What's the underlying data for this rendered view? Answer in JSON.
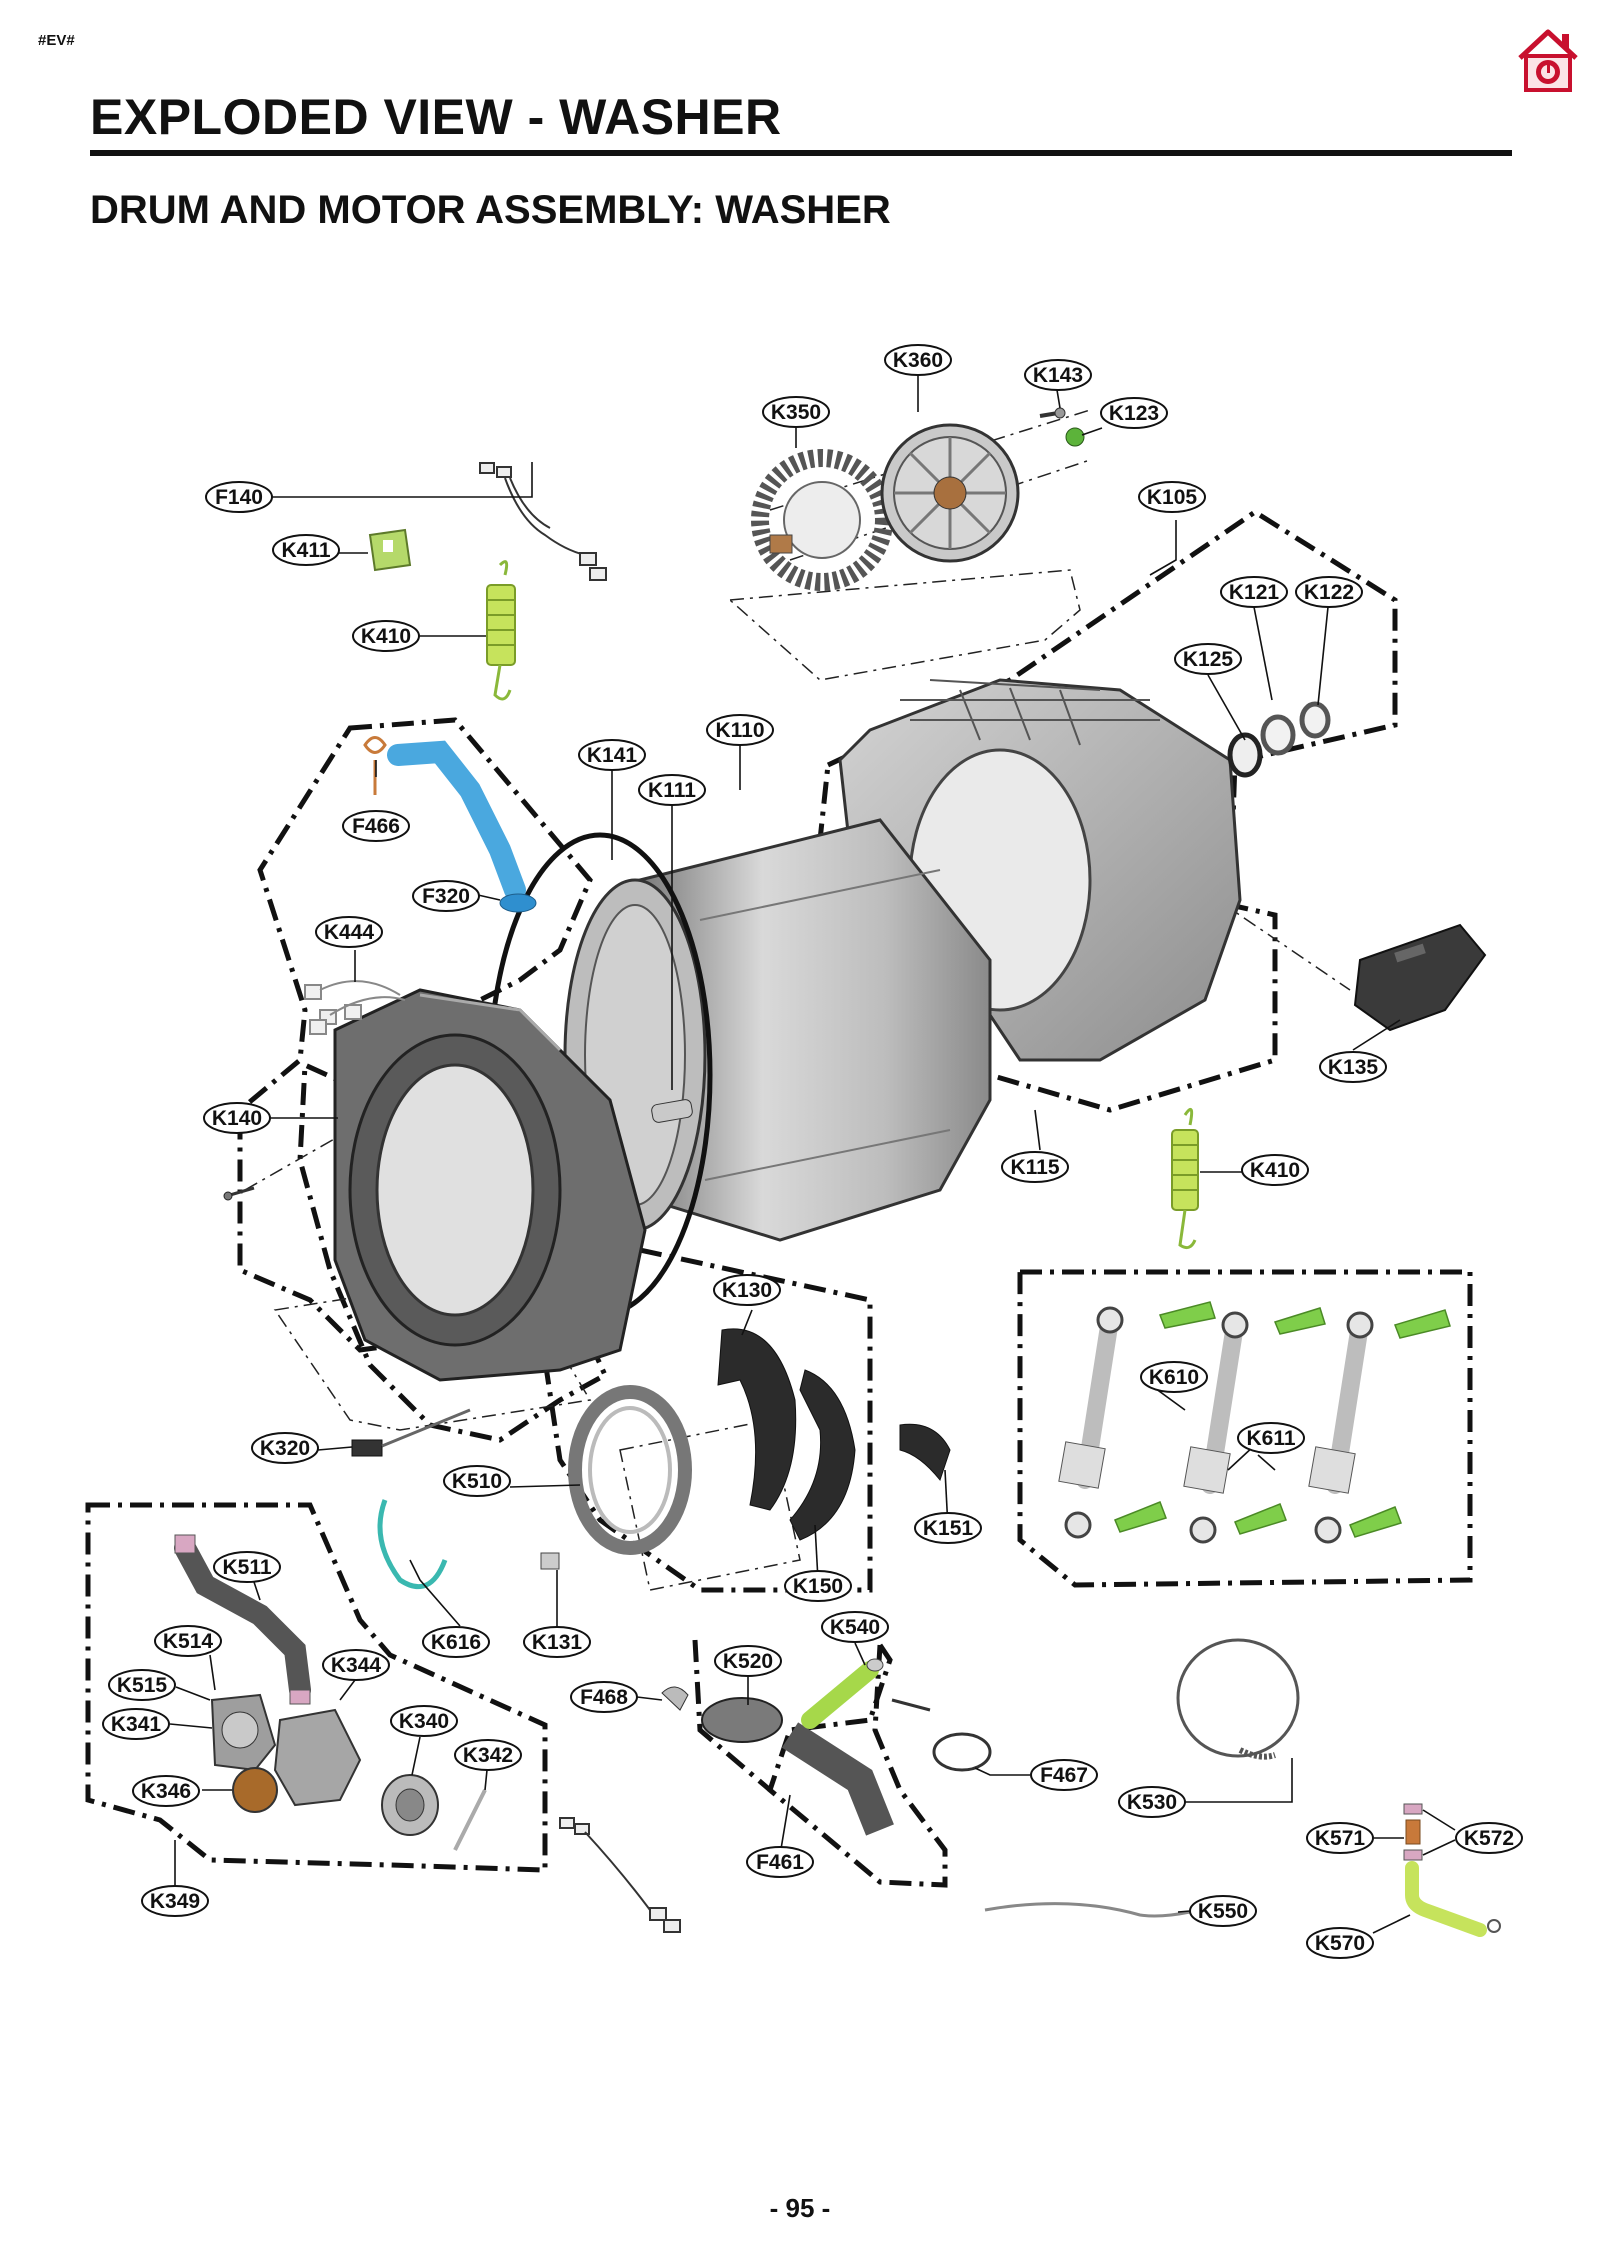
{
  "page": {
    "code_tag": "#EV#",
    "title": "EXPLODED VIEW - WASHER",
    "subtitle": "DRUM AND MOTOR ASSEMBLY: WASHER",
    "page_number": "- 95 -",
    "logo_icon": "lg-home-logo-icon"
  },
  "colors": {
    "accent_green": "#a6d84a",
    "hose_blue": "#4aa8df",
    "part_gray": "#9a9a9a",
    "logo_red": "#c8102e"
  },
  "callouts": {
    "K360": "K360",
    "K143": "K143",
    "K350": "K350",
    "K123": "K123",
    "F140": "F140",
    "K105": "K105",
    "K411": "K411",
    "K121": "K121",
    "K122": "K122",
    "K410a": "K410",
    "K125": "K125",
    "K110": "K110",
    "K141": "K141",
    "K111": "K111",
    "F466": "F466",
    "F320": "F320",
    "K444": "K444",
    "K135": "K135",
    "K140": "K140",
    "K115": "K115",
    "K410b": "K410",
    "K130": "K130",
    "K610": "K610",
    "K611": "K611",
    "K320": "K320",
    "K510": "K510",
    "K151": "K151",
    "K511": "K511",
    "K150": "K150",
    "K540": "K540",
    "K514": "K514",
    "K616": "K616",
    "K131": "K131",
    "K520": "K520",
    "K344": "K344",
    "K515": "K515",
    "F468": "F468",
    "K341": "K341",
    "K340": "K340",
    "F467": "F467",
    "K342": "K342",
    "K346": "K346",
    "K530": "K530",
    "K571": "K571",
    "K572": "K572",
    "F461": "F461",
    "K349": "K349",
    "K550": "K550",
    "K570": "K570"
  }
}
